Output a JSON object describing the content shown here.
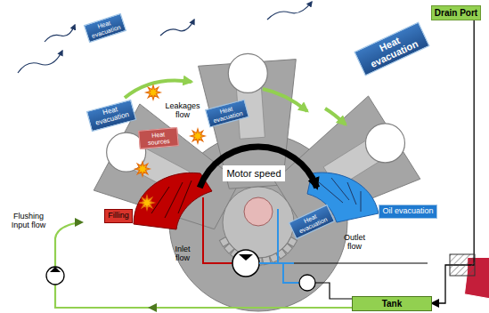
{
  "diagram": {
    "nodes": [
      {
        "text": [
          "Drain Port"
        ]
      },
      {
        "text": [
          "Heat evacuation"
        ]
      },
      {
        "text": [
          "Heat evacuation"
        ]
      },
      {
        "text": [
          "Heat evacuation"
        ]
      },
      {
        "text": [
          "Heat evacuation"
        ]
      },
      {
        "text": [
          "Heat sources"
        ]
      },
      {
        "text": [
          "Motor speed"
        ]
      },
      {
        "text": [
          "Filling"
        ]
      },
      {
        "text": [
          "Oil evacuation"
        ]
      },
      {
        "text": [
          "Heat evacuation"
        ]
      },
      {
        "text": [
          "Tank"
        ]
      }
    ],
    "edges": [
      {
        "from": 0,
        "to": 10,
        "arrow": "to"
      }
    ],
    "labels": [
      "Leakages flow",
      "Flushing Input flow",
      "Inlet flow",
      "Outlet flow"
    ]
  }
}
